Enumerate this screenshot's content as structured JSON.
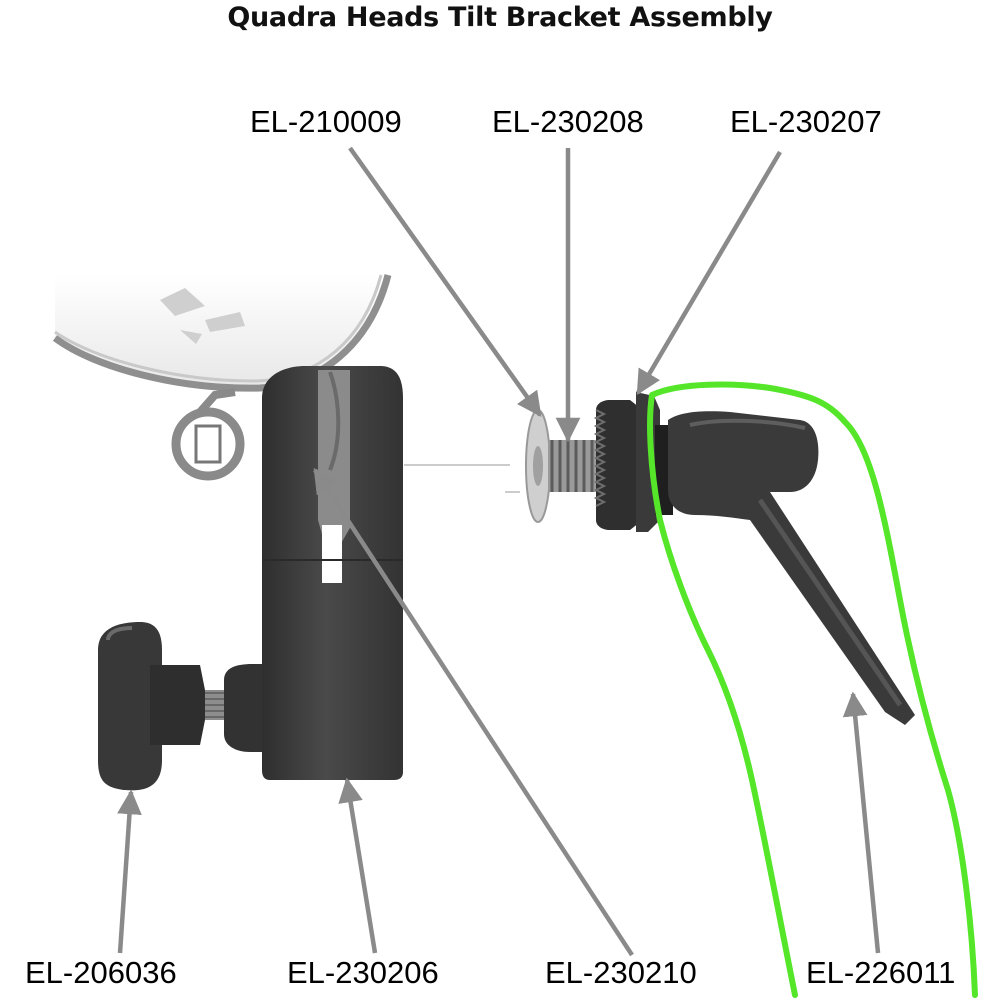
{
  "title": "Quadra Heads Tilt Bracket Assembly",
  "parts": [
    {
      "id": "el-210009",
      "label": "EL-210009"
    },
    {
      "id": "el-230208",
      "label": "EL-230208"
    },
    {
      "id": "el-230207",
      "label": "EL-230207"
    },
    {
      "id": "el-206036",
      "label": "EL-206036"
    },
    {
      "id": "el-230206",
      "label": "EL-230206"
    },
    {
      "id": "el-230210",
      "label": "EL-230210"
    },
    {
      "id": "el-226011",
      "label": "EL-226011"
    }
  ],
  "colors": {
    "leader": "#8a8a8a",
    "highlight": "#55e62a",
    "plastic": "#3d3d3d",
    "plastic_light": "#5a5a5a",
    "metal": "#bdbdbd"
  }
}
